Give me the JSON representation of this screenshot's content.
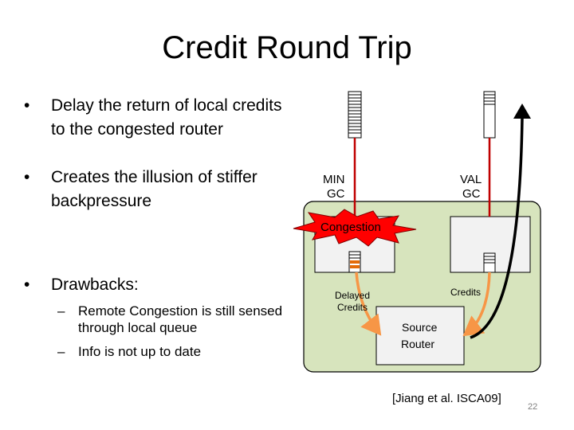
{
  "slide": {
    "title": "Credit Round Trip",
    "bullets": [
      "Delay the return of local credits to the congested router",
      "Creates the illusion of stiffer backpressure",
      "Drawbacks:"
    ],
    "sub_bullets": [
      "Remote Congestion is still sensed through local queue",
      "Info is not up to date"
    ],
    "bullet_glyph": "•",
    "sub_bullet_glyph": "–",
    "citation": "[Jiang et al. ISCA09]",
    "page_number": "22"
  },
  "diagram": {
    "min_gc_label": [
      "MIN",
      "GC"
    ],
    "val_gc_label": [
      "VAL",
      "GC"
    ],
    "congestion_label": "Congestion",
    "delayed_credits_label": [
      "Delayed",
      "Credits"
    ],
    "credits_label": "Credits",
    "source_router_label": [
      "Source",
      "Router"
    ],
    "colors": {
      "network_fill": "#d7e4bd",
      "box_fill": "#f2f2f2",
      "link_red": "#c00000",
      "congestion_red": "#ff0000",
      "arrow_orange": "#f79646",
      "queue_slot_red": "#e46c0a"
    }
  }
}
